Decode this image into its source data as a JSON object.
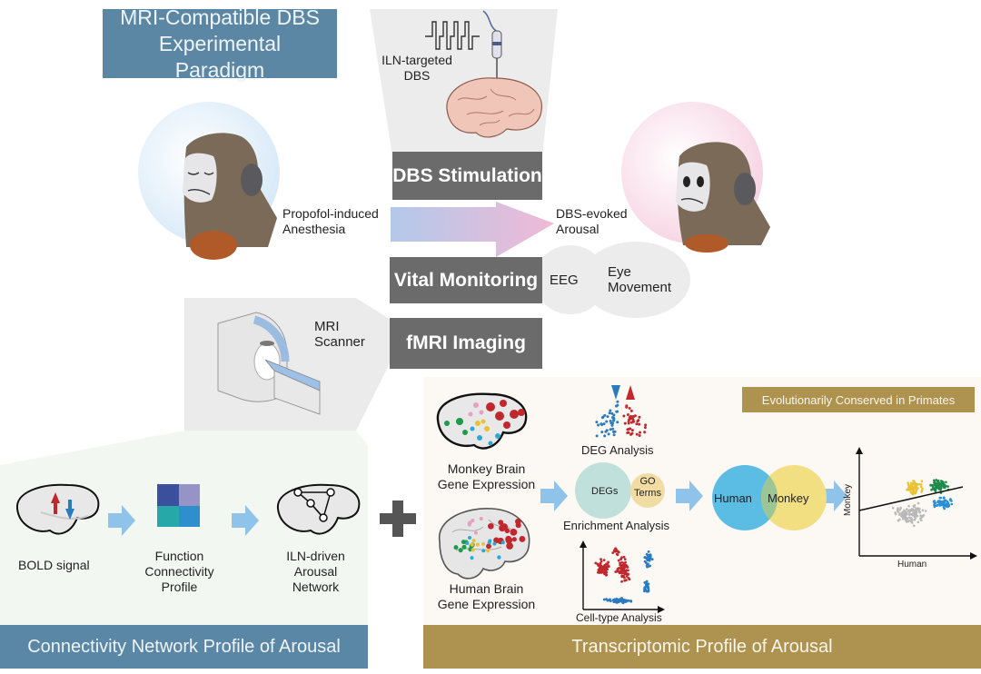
{
  "header": {
    "title": "MRI-Compatible DBS Experimental Paradigm"
  },
  "dbs": {
    "target_label": "ILN-targeted DBS",
    "target_line1": "ILN-targeted",
    "target_line2": "DBS"
  },
  "steps": {
    "stimulation": "DBS Stimulation",
    "monitoring": "Vital Monitoring",
    "imaging": "fMRI Imaging"
  },
  "states": {
    "anesthesia_line1": "Propofol-induced",
    "anesthesia_line2": "Anesthesia",
    "arousal_line1": "DBS-evoked",
    "arousal_line2": "Arousal"
  },
  "monitoring_items": {
    "eeg": "EEG",
    "eye_line1": "Eye",
    "eye_line2": "Movement"
  },
  "scanner": {
    "line1": "MRI",
    "line2": "Scanner"
  },
  "connectivity": {
    "bold": "BOLD signal",
    "fc_line1": "Function",
    "fc_line2": "Connectivity",
    "fc_line3": "Profile",
    "net_line1": "ILN-driven",
    "net_line2": "Arousal",
    "net_line3": "Network",
    "banner": "Connectivity Network Profile of Arousal",
    "matrix_colors": [
      "#3b4f9c",
      "#9693c6",
      "#27a8a8",
      "#2f8fcc"
    ]
  },
  "transcriptomic": {
    "tag": "Evolutionarily Conserved in Primates",
    "monkey_line1": "Monkey Brain",
    "monkey_line2": "Gene Expression",
    "human_line1": "Human Brain",
    "human_line2": "Gene Expression",
    "deg": "DEG Analysis",
    "degs": "DEGs",
    "go_line1": "GO",
    "go_line2": "Terms",
    "enrichment": "Enrichment Analysis",
    "celltype": "Cell-type Analysis",
    "venn_left": "Human",
    "venn_right": "Monkey",
    "scatter_xlabel": "Human",
    "scatter_ylabel": "Monkey",
    "banner": "Transcriptomic Profile of Arousal"
  },
  "colors": {
    "blue_banner": "#5a87a6",
    "gold_banner": "#ae924f",
    "step_box": "#6b6b6b",
    "arrow": "#8fc3ea",
    "red": "#c0282d",
    "blue": "#2a7bbf",
    "green": "#1e9a4a",
    "yellow": "#e8c234",
    "cyan": "#2aa9d6",
    "pink": "#e8a0c0"
  }
}
